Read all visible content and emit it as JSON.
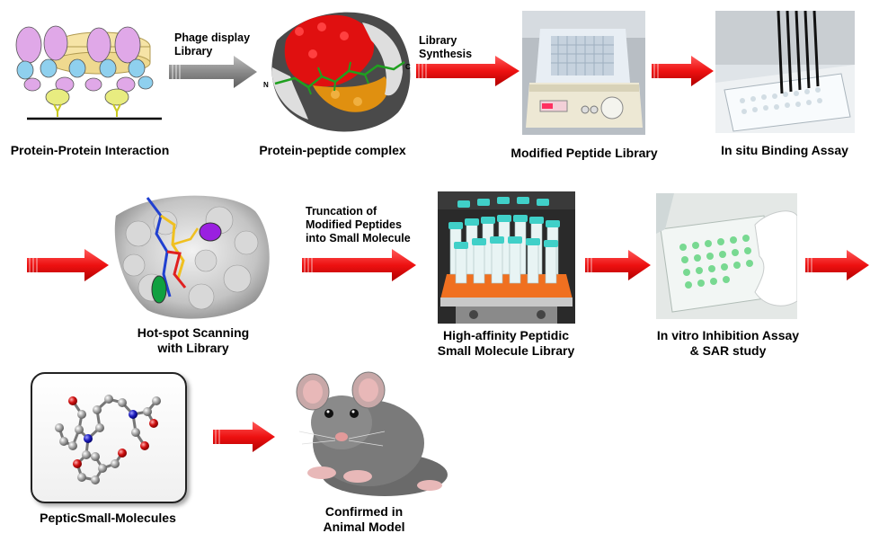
{
  "steps": {
    "ppi": "Protein-Protein Interaction",
    "complex": "Protein-peptide complex",
    "modified_library": "Modified Peptide Library",
    "in_situ": "In situ Binding Assay",
    "hotspot_line1": "Hot-spot Scanning",
    "hotspot_line2": "with Library",
    "highaff_line1": "High-affinity Peptidic",
    "highaff_line2": "Small Molecule Library",
    "invitro_line1": "In vitro Inhibition Assay",
    "invitro_line2": "& SAR study",
    "peptic": "PepticSmall-Molecules",
    "animal_line1": "Confirmed in",
    "animal_line2": "Animal  Model"
  },
  "arrows": {
    "phage_line1": "Phage display",
    "phage_line2": "Library",
    "synth_line1": "Library",
    "synth_line2": "Synthesis",
    "trunc_line1": "Truncation of",
    "trunc_line2": "Modified Peptides",
    "trunc_line3": "into Small Molecule"
  },
  "molecule_marks": {
    "n_terminus": "N",
    "c_terminus": "C"
  },
  "colors": {
    "arrow_red": "#ee1111",
    "arrow_gray": "#8a8a8a"
  }
}
